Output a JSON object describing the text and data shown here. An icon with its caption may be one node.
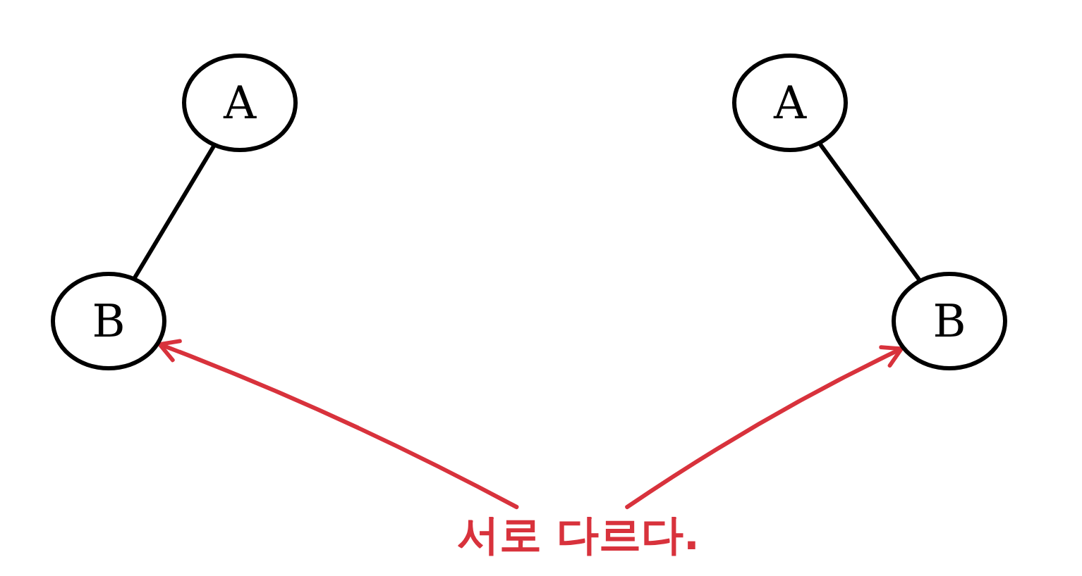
{
  "diagram": {
    "nodes": [
      {
        "text": [
          "A"
        ]
      },
      {
        "text": [
          "A"
        ]
      },
      {
        "text": [
          "B"
        ]
      },
      {
        "text": [
          "B"
        ]
      },
      {
        "text": [
          "서로 다르다."
        ]
      }
    ],
    "edges": [
      {
        "from": 0,
        "to": 2,
        "arrow": "none"
      },
      {
        "from": 1,
        "to": 3,
        "arrow": "none"
      },
      {
        "from": 4,
        "to": 2,
        "arrow": "to",
        "color": "#d8323c"
      },
      {
        "from": 4,
        "to": 3,
        "arrow": "to",
        "color": "#d8323c"
      }
    ]
  }
}
